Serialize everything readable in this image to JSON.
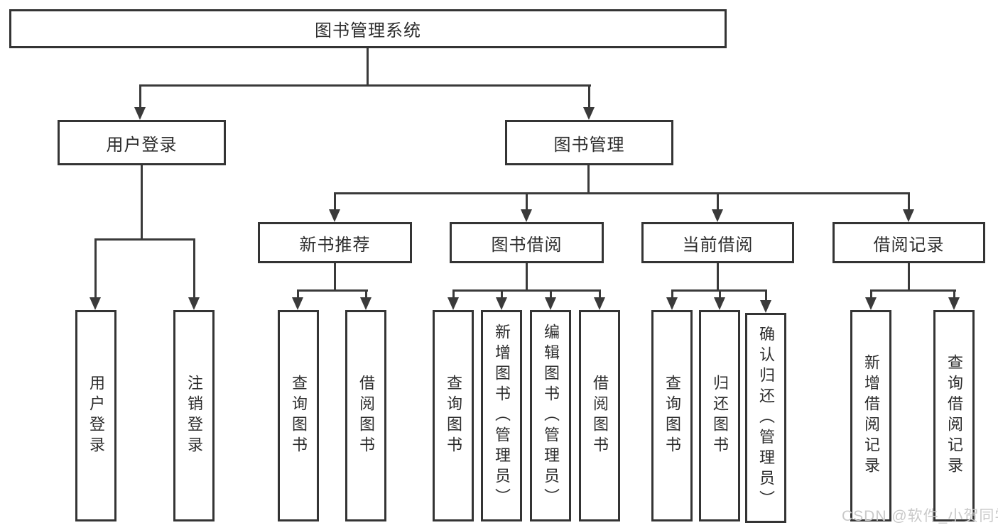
{
  "diagram": {
    "type": "hierarchy-tree",
    "watermark": "CSDN @软件_小贺同学",
    "colors": {
      "line": "#3a3a3a",
      "box_border": "#343434",
      "box_fill": "#ffffff",
      "text": "#2d2d2d",
      "watermark": "#c9c9c9",
      "background": "#ffffff"
    },
    "tree": {
      "label": "图书管理系统",
      "children": [
        {
          "label": "用户登录",
          "children": [
            {
              "label": "用户登录"
            },
            {
              "label": "注销登录"
            }
          ]
        },
        {
          "label": "图书管理",
          "children": [
            {
              "label": "新书推荐",
              "children": [
                {
                  "label": "查询图书"
                },
                {
                  "label": "借阅图书"
                }
              ]
            },
            {
              "label": "图书借阅",
              "children": [
                {
                  "label": "查询图书"
                },
                {
                  "label": "新增图书（管理员）"
                },
                {
                  "label": "编辑图书（管理员）"
                },
                {
                  "label": "借阅图书"
                }
              ]
            },
            {
              "label": "当前借阅",
              "children": [
                {
                  "label": "查询图书"
                },
                {
                  "label": "归还图书"
                },
                {
                  "label": "确认归还（管理员）"
                }
              ]
            },
            {
              "label": "借阅记录",
              "children": [
                {
                  "label": "新增借阅记录"
                },
                {
                  "label": "查询借阅记录"
                }
              ]
            }
          ]
        }
      ]
    }
  }
}
